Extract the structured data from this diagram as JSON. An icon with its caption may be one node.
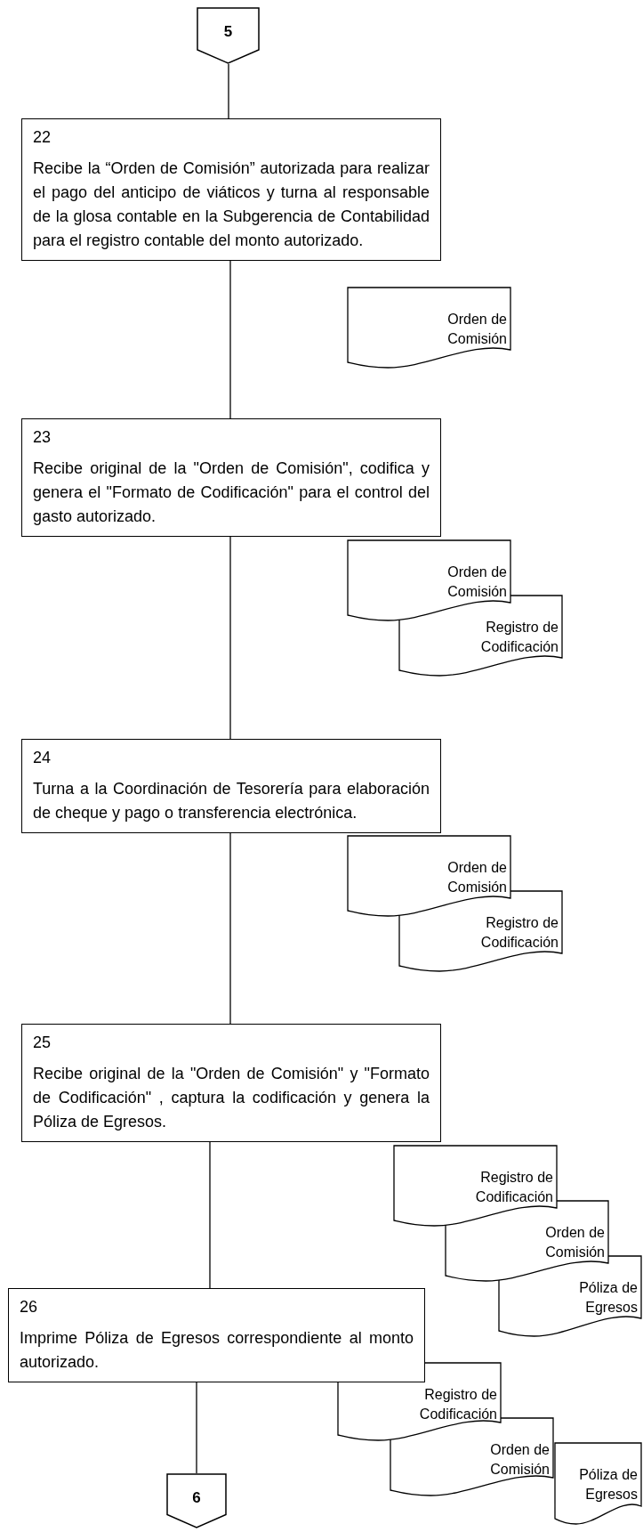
{
  "diagram": {
    "nodes": [
      {
        "text": [
          "5"
        ]
      },
      {
        "text": [
          "22",
          "Recibe la “Orden de Comisión” autorizada para realizar el pago del anticipo de viáticos y turna al responsable de la glosa contable en la Subgerencia de Contabilidad para el registro contable del monto autorizado."
        ]
      },
      {
        "text": [
          "Orden de Comisión"
        ]
      },
      {
        "text": [
          "23",
          "Recibe original de la \"Orden de Comisión\", codifica y genera el \"Formato de Codificación\" para el control del gasto autorizado."
        ]
      },
      {
        "text": [
          "Orden de Comisión"
        ]
      },
      {
        "text": [
          "Registro de Codificación"
        ]
      },
      {
        "text": [
          "24",
          "Turna a la Coordinación de Tesorería para elaboración de cheque y pago o transferencia electrónica."
        ]
      },
      {
        "text": [
          "Orden de Comisión"
        ]
      },
      {
        "text": [
          "Registro de Codificación"
        ]
      },
      {
        "text": [
          "25",
          "Recibe original de la \"Orden de Comisión\" y \"Formato de Codificación\" , captura la codificación y genera la Póliza de Egresos."
        ]
      },
      {
        "text": [
          "Registro de Codificación"
        ]
      },
      {
        "text": [
          "Orden de Comisión"
        ]
      },
      {
        "text": [
          "Póliza de Egresos"
        ]
      },
      {
        "text": [
          "26",
          "Imprime Póliza de Egresos correspondiente al monto autorizado."
        ]
      },
      {
        "text": [
          "Registro de Codificación"
        ]
      },
      {
        "text": [
          "Orden de Comisión"
        ]
      },
      {
        "text": [
          "Póliza de Egresos"
        ]
      },
      {
        "text": [
          "6"
        ]
      }
    ],
    "edges": [
      {
        "from": 0,
        "to": 1,
        "arrow": "none"
      },
      {
        "from": 1,
        "to": 3,
        "arrow": "none"
      },
      {
        "from": 3,
        "to": 6,
        "arrow": "none"
      },
      {
        "from": 6,
        "to": 9,
        "arrow": "none"
      },
      {
        "from": 9,
        "to": 13,
        "arrow": "none"
      },
      {
        "from": 13,
        "to": 17,
        "arrow": "none"
      }
    ]
  }
}
